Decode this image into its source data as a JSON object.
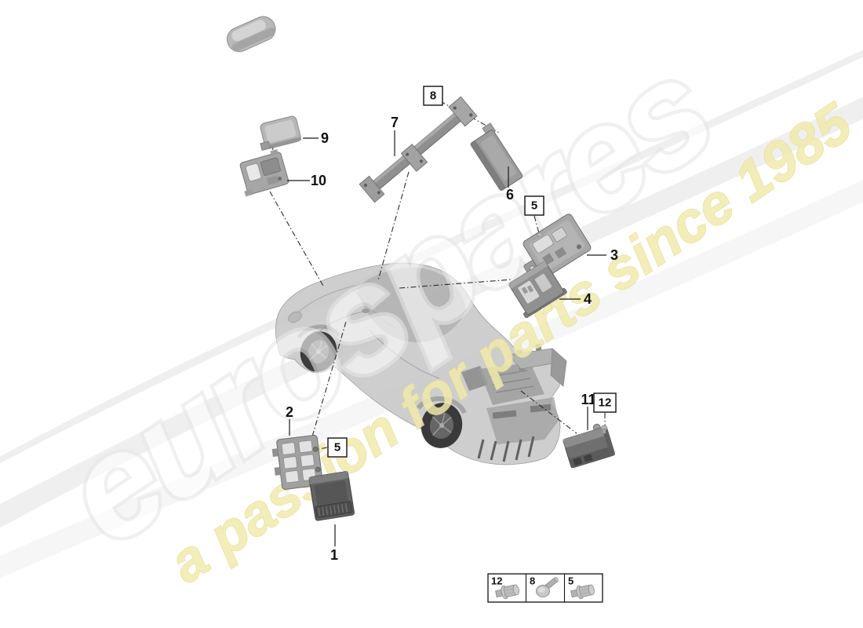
{
  "watermark": {
    "brand": "eurospares",
    "tagline": "a passion for parts since 1985",
    "brand_fill": "#ffffff",
    "brand_stroke": "#e7e7e7",
    "tagline_fill": "#f1ebad",
    "tagline_stroke": "#e5dc8e"
  },
  "callouts": {
    "part1": "1",
    "part2": "2",
    "part3": "3",
    "part4": "4",
    "part6": "6",
    "part7": "7",
    "part9": "9",
    "part10": "10",
    "part11": "11"
  },
  "fastener_refs": {
    "ref5_top": "5",
    "ref5_bottom": "5",
    "ref8": "8",
    "ref12": "12"
  },
  "legend": {
    "cell1_ref": "12",
    "cell2_ref": "8",
    "cell3_ref": "5"
  }
}
